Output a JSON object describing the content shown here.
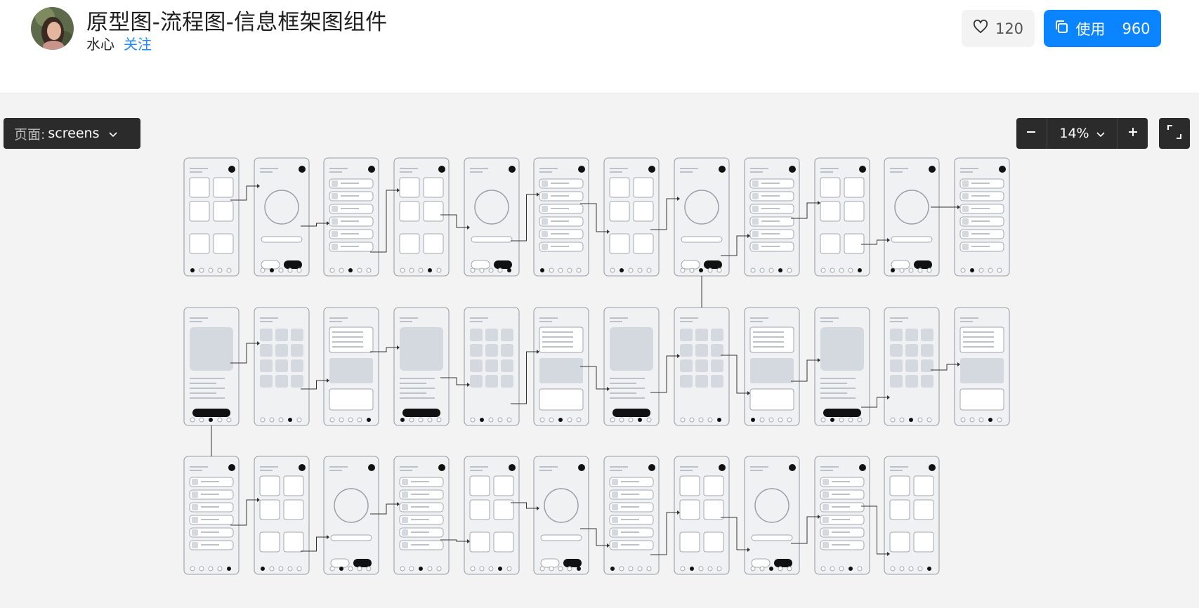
{
  "header": {
    "title": "原型图-流程图-信息框架图组件",
    "author": "水心",
    "follow_label": "关注",
    "like_count": "120",
    "use_label": "使用",
    "use_count": "960"
  },
  "toolbar": {
    "page_label": "页面:",
    "page_value": "screens",
    "zoom_level": "14%"
  },
  "icons": {
    "like": "heart-icon",
    "use": "copy-icon",
    "page_dropdown": "chevron-down-icon",
    "zoom_out": "minus-icon",
    "zoom_dropdown": "chevron-down-icon",
    "zoom_in": "plus-icon",
    "fullscreen": "fullscreen-icon"
  },
  "colors": {
    "accent": "#0a84ff",
    "follow_link": "#1a8cff",
    "toolbar_bg": "#2b2b2b",
    "canvas_bg": "#f3f3f3"
  }
}
